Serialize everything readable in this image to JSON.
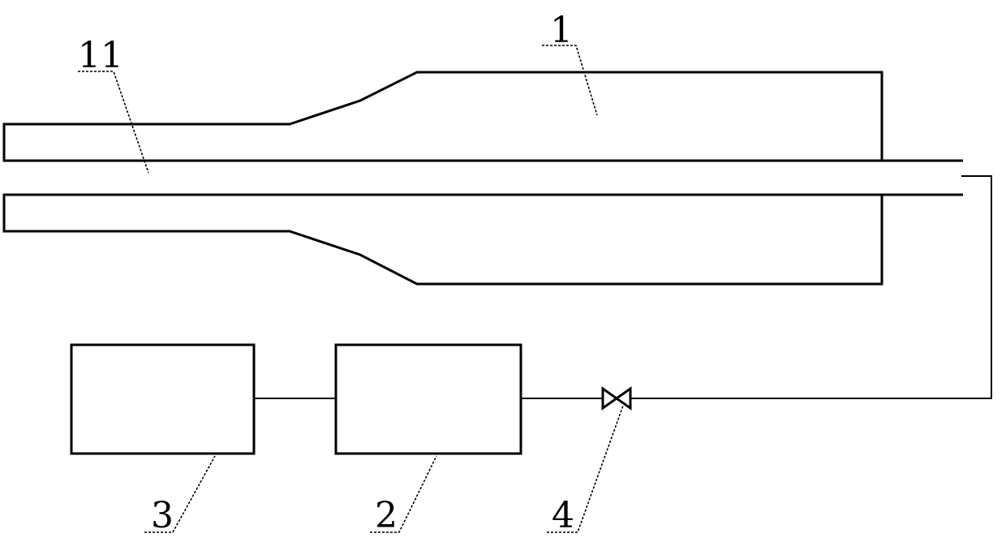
{
  "labels": {
    "device": "1",
    "channel": "11",
    "unit_2": "2",
    "unit_3": "3",
    "valve": "4"
  }
}
